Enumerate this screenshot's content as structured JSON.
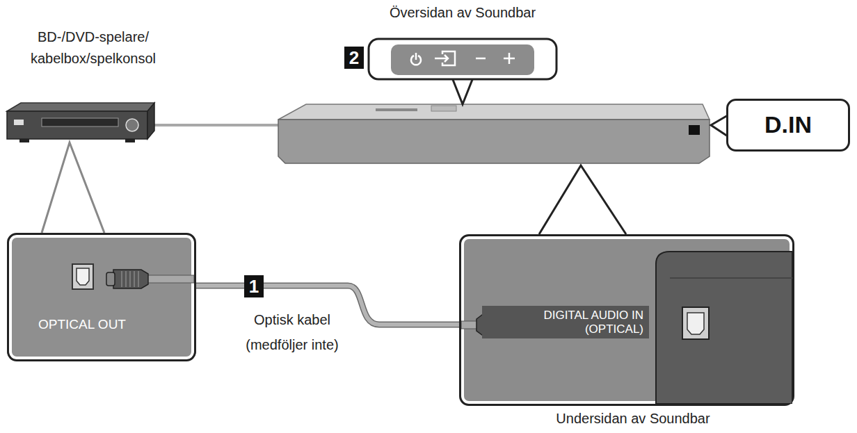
{
  "diagram": {
    "nodes": [
      {
        "text": [
          "OPTICAL OUT"
        ]
      },
      {
        "text": [
          "DIGITAL AUDIO IN (OPTICAL)"
        ]
      },
      {
        "text": [
          "D.IN"
        ]
      }
    ],
    "edges": [
      {
        "from": 0,
        "to": 1,
        "arrow": "none",
        "label": "1"
      }
    ],
    "labels": [
      "Översidan av Soundbar",
      "BD-/DVD-spelare/ kabelbox/spelkonsol",
      "2",
      "Optisk kabel (medföljer inte)",
      "Undersidan av Soundbar"
    ]
  }
}
